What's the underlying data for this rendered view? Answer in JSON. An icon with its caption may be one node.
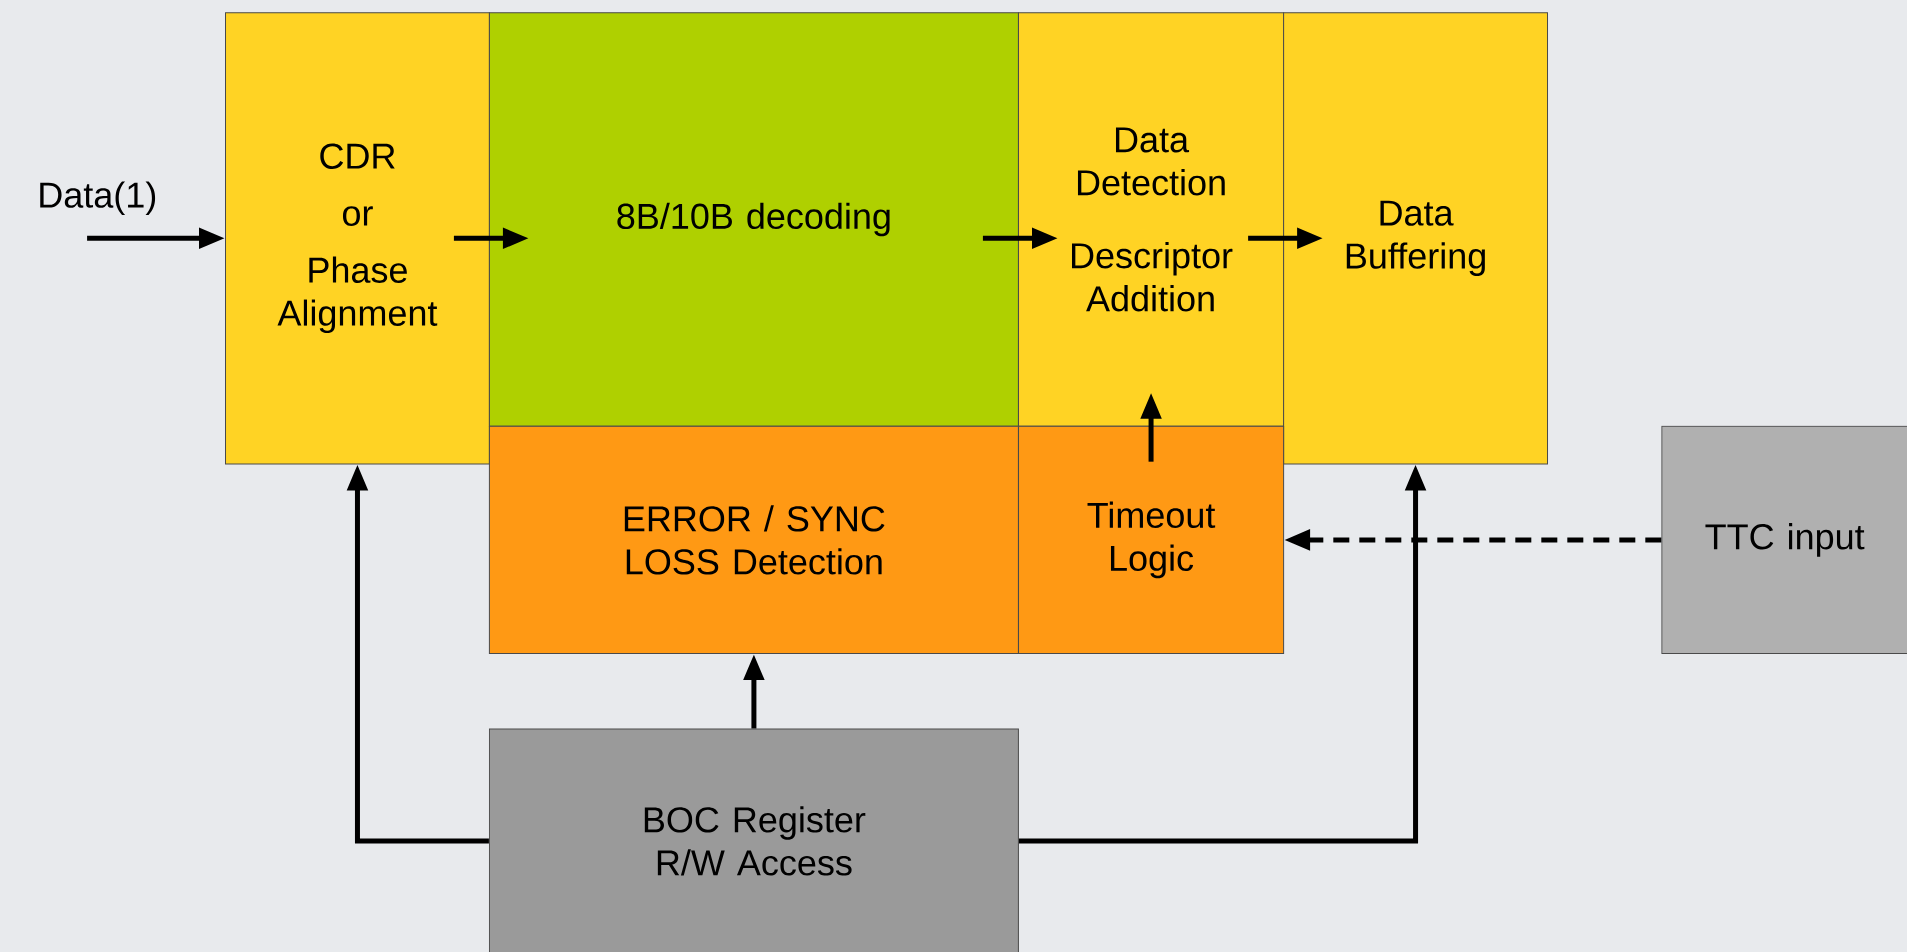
{
  "diagram": {
    "nodes": [
      {
        "text": [
          "Data(1)"
        ]
      },
      {
        "text": [
          "CDR",
          "or",
          "Phase Alignment"
        ]
      },
      {
        "text": [
          "8B/10B decoding"
        ]
      },
      {
        "text": [
          "Data Detection",
          "Descriptor Addition"
        ]
      },
      {
        "text": [
          "Data Buffering"
        ]
      },
      {
        "text": [
          "ERROR / SYNC LOSS Detection"
        ]
      },
      {
        "text": [
          "Timeout Logic"
        ]
      },
      {
        "text": [
          "TTC input"
        ]
      },
      {
        "text": [
          "BOC Register R/W Access"
        ]
      }
    ],
    "edges": [
      {
        "from": 0,
        "to": 1,
        "arrow": "to"
      },
      {
        "from": 1,
        "to": 2,
        "arrow": "to"
      },
      {
        "from": 2,
        "to": 3,
        "arrow": "to"
      },
      {
        "from": 3,
        "to": 4,
        "arrow": "to"
      },
      {
        "from": 6,
        "to": 3,
        "arrow": "to"
      },
      {
        "from": 7,
        "to": 6,
        "arrow": "to",
        "style": "dashed"
      },
      {
        "from": 8,
        "to": 1,
        "arrow": "to"
      },
      {
        "from": 8,
        "to": 4,
        "arrow": "to"
      },
      {
        "from": 8,
        "to": 5,
        "arrow": "to"
      }
    ]
  }
}
